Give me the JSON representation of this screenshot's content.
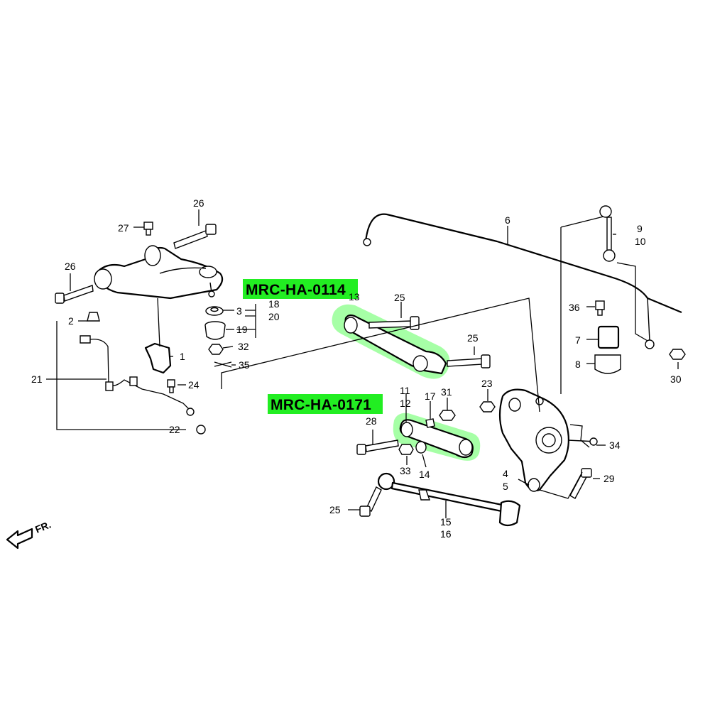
{
  "highlights": [
    {
      "label": "MRC-HA-0114"
    },
    {
      "label": "MRC-HA-0171"
    }
  ],
  "direction_label": "FR.",
  "callouts": {
    "c1": "1",
    "c2": "2",
    "c3": "3",
    "c4": "4",
    "c5": "5",
    "c6": "6",
    "c7": "7",
    "c8": "8",
    "c9": "9",
    "c10": "10",
    "c11": "11",
    "c12": "12",
    "c13": "13",
    "c14": "14",
    "c15": "15",
    "c16": "16",
    "c17": "17",
    "c18": "18",
    "c19": "19",
    "c20": "20",
    "c21": "21",
    "c22": "22",
    "c23": "23",
    "c24": "24",
    "c25a": "25",
    "c25b": "25",
    "c25c": "25",
    "c26a": "26",
    "c26b": "26",
    "c27": "27",
    "c28": "28",
    "c29": "29",
    "c30": "30",
    "c31": "31",
    "c32": "32",
    "c33": "33",
    "c34": "34",
    "c35": "35",
    "c36": "36"
  },
  "colors": {
    "highlight": "#5dff5d",
    "label_bg": "#22ee22",
    "line": "#000000"
  }
}
